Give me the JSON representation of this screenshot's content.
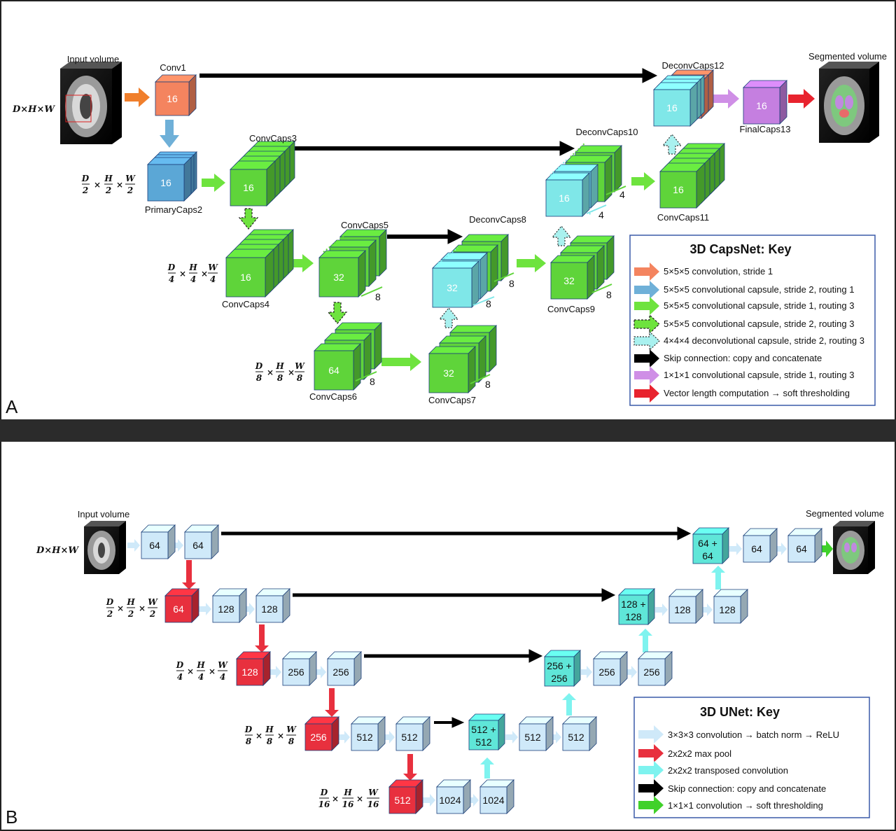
{
  "panel_a": {
    "letter": "A",
    "input_title": "Input volume",
    "input_dim": "D×H×W",
    "output_title": "Segmented volume",
    "layers": {
      "conv1": {
        "name": "Conv1",
        "value": "16"
      },
      "primarycaps2": {
        "name": "PrimaryCaps2",
        "value": "16"
      },
      "convcaps3": {
        "name": "ConvCaps3",
        "value": "16"
      },
      "convcaps4": {
        "name": "ConvCaps4",
        "value": "16"
      },
      "convcaps5": {
        "name": "ConvCaps5",
        "value": "32",
        "side": "8"
      },
      "convcaps6": {
        "name": "ConvCaps6",
        "value": "64",
        "side": "8"
      },
      "convcaps7": {
        "name": "ConvCaps7",
        "value": "32",
        "side": "8"
      },
      "deconvcaps8": {
        "name": "DeconvCaps8",
        "value": "32",
        "side_a": "8",
        "side_b": "8"
      },
      "convcaps9": {
        "name": "ConvCaps9",
        "value": "32",
        "side": "8"
      },
      "deconvcaps10": {
        "name": "DeconvCaps10",
        "value": "16",
        "side_a": "4",
        "side_b": "4"
      },
      "convcaps11": {
        "name": "ConvCaps11",
        "value": "16"
      },
      "deconvcaps12": {
        "name": "DeconvCaps12",
        "value": "16"
      },
      "finalcaps13": {
        "name": "FinalCaps13",
        "value": "16"
      }
    },
    "dims": {
      "half": {
        "d": "D",
        "h": "H",
        "w": "W",
        "den": "2"
      },
      "quarter": {
        "d": "D",
        "h": "H",
        "w": "W",
        "den": "4"
      },
      "eighth": {
        "d": "D",
        "h": "H",
        "w": "W",
        "den": "8"
      }
    },
    "key": {
      "title": "3D CapsNet: Key",
      "items": [
        "5×5×5 convolution, stride 1",
        "5×5×5 convolutional capsule, stride 2, routing 1",
        "5×5×5 convolutional capsule, stride 1, routing 3",
        "5×5×5 convolutional capsule, stride 2, routing 3",
        "4×4×4 deconvolutional capsule, stride 2, routing 3",
        "Skip connection: copy and concatenate",
        "1×1×1 convolutional capsule, stride 1, routing 3",
        "Vector length computation → soft thresholding"
      ]
    }
  },
  "panel_b": {
    "letter": "B",
    "input_title": "Input volume",
    "input_dim": "D×H×W",
    "output_title": "Segmented volume",
    "dims": {
      "half": {
        "d": "D",
        "h": "H",
        "w": "W",
        "den": "2"
      },
      "quarter": {
        "d": "D",
        "h": "H",
        "w": "W",
        "den": "4"
      },
      "eighth": {
        "d": "D",
        "h": "H",
        "w": "W",
        "den": "8"
      },
      "sixteenth": {
        "d": "D",
        "h": "H",
        "w": "W",
        "den": "16"
      }
    },
    "blocks": {
      "l1a": "64",
      "l1b": "64",
      "l2pool": "64",
      "l2a": "128",
      "l2b": "128",
      "l3pool": "128",
      "l3a": "256",
      "l3b": "256",
      "l4pool": "256",
      "l4a": "512",
      "l4b": "512",
      "l5pool": "512",
      "l5a": "1024",
      "l5b": "1024",
      "u4cat_top": "512 +",
      "u4cat_bot": "512",
      "u4a": "512",
      "u4b": "512",
      "u3cat_top": "256 +",
      "u3cat_bot": "256",
      "u3a": "256",
      "u3b": "256",
      "u2cat_top": "128 +",
      "u2cat_bot": "128",
      "u2a": "128",
      "u2b": "128",
      "u1cat_top": "64 +",
      "u1cat_bot": "64",
      "u1a": "64",
      "u1b": "64"
    },
    "key": {
      "title": "3D UNet: Key",
      "items": [
        "3×3×3 convolution → batch norm → ReLU",
        "2x2x2 max pool",
        "2x2x2 transposed convolution",
        "Skip connection: copy and concatenate",
        "1×1×1 convolution → soft thresholding"
      ]
    }
  },
  "colors": {
    "conv": "#f4845f",
    "primary": "#5ba7d6",
    "caps_green": "#5fd43a",
    "deconv_cyan": "#7fe7e8",
    "final_purple": "#c57fe0",
    "red": "#e8303e",
    "unet_block": "#cfe9f9",
    "unet_cat": "#5fe6d8"
  }
}
